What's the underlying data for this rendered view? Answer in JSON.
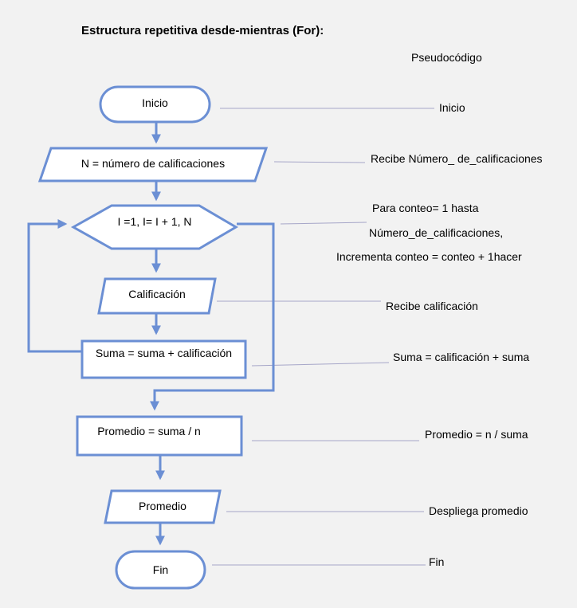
{
  "title": "Estructura repetitiva desde-mientras (For):",
  "subtitle": "Pseudocódigo",
  "colors": {
    "stroke": "#6b8fd4",
    "fill": "#ffffff",
    "connector": "#a6a6c8",
    "background": "#f2f2f2"
  },
  "flow": {
    "start": "Inicio",
    "input_n": "N = número de calificaciones",
    "loop": "I =1, I= I + 1, N",
    "input_grade": "Calificación",
    "sum": "Suma = suma + calificación",
    "average": "Promedio = suma / n",
    "output": "Promedio",
    "end": "Fin"
  },
  "pseudocode": {
    "start": "Inicio",
    "input_n": "Recibe Número_ de_calificaciones",
    "loop_1": "Para conteo= 1 hasta",
    "loop_2": "Número_de_calificaciones,",
    "loop_3": "Incrementa conteo = conteo + 1hacer",
    "input_grade": "Recibe calificación",
    "sum": "Suma = calificación + suma",
    "average": "Promedio = n / suma",
    "output": "Despliega promedio",
    "end": "Fin"
  }
}
